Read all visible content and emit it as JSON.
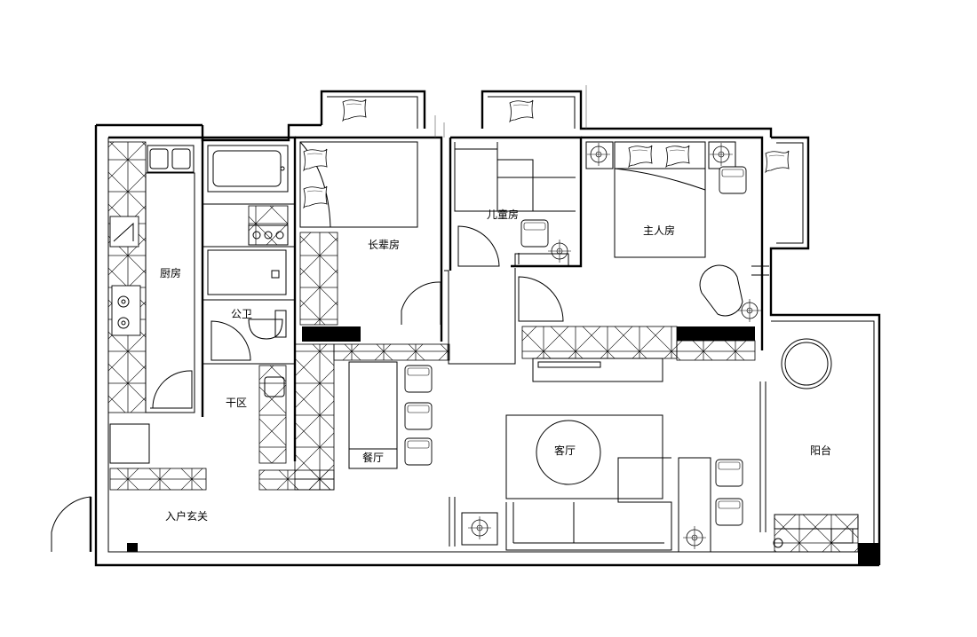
{
  "rooms": {
    "kitchen": "厨房",
    "elder_bedroom": "长辈房",
    "kids_room": "儿童房",
    "master_bedroom": "主人房",
    "public_bath": "公卫",
    "dry_zone": "干区",
    "dining": "餐厅",
    "living": "客厅",
    "balcony": "阳台",
    "entrance": "入户玄关"
  },
  "colors": {
    "line": "#000000",
    "fill": "#000000",
    "background": "#ffffff"
  }
}
